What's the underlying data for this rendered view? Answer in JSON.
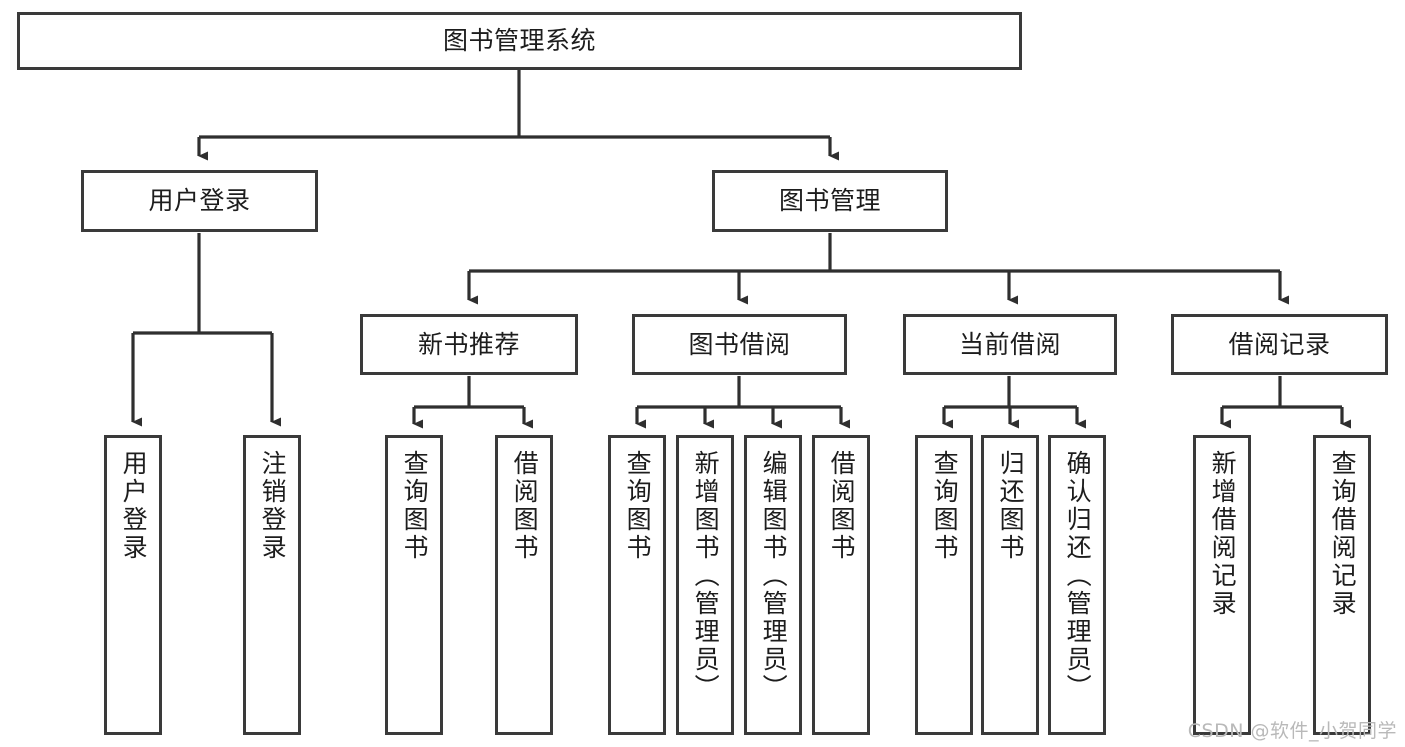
{
  "diagram": {
    "title": "图书管理系统",
    "type": "tree-diagram",
    "watermark": "CSDN @软件_小贺同学",
    "colors": {
      "box_border": "#3a3a3a",
      "box_fill": "#ffffff",
      "line": "#2f2f2f",
      "text": "#1d1d1d",
      "watermark": "#b9b9b9",
      "background": "#ffffff"
    },
    "nodes": {
      "root": {
        "label": "图书管理系统"
      },
      "level2": [
        {
          "id": "user-login",
          "label": "用户登录"
        },
        {
          "id": "book-manage",
          "label": "图书管理"
        }
      ],
      "level3": [
        {
          "id": "new-book-recommend",
          "label": "新书推荐"
        },
        {
          "id": "book-borrow",
          "label": "图书借阅"
        },
        {
          "id": "current-borrow",
          "label": "当前借阅"
        },
        {
          "id": "borrow-record",
          "label": "借阅记录"
        }
      ],
      "leaves": {
        "user_login": [
          {
            "id": "leaf-user-login",
            "label": "用户登录"
          },
          {
            "id": "leaf-logout-login",
            "label": "注销登录"
          }
        ],
        "new_book_recommend": [
          {
            "id": "leaf-query-book-1",
            "label": "查询图书"
          },
          {
            "id": "leaf-borrow-book-1",
            "label": "借阅图书"
          }
        ],
        "book_borrow": [
          {
            "id": "leaf-query-book-2",
            "label": "查询图书"
          },
          {
            "id": "leaf-add-book",
            "label": "新增图书（管理员）"
          },
          {
            "id": "leaf-edit-book",
            "label": "编辑图书（管理员）"
          },
          {
            "id": "leaf-borrow-book-2",
            "label": "借阅图书"
          }
        ],
        "current_borrow": [
          {
            "id": "leaf-query-book-3",
            "label": "查询图书"
          },
          {
            "id": "leaf-return-book",
            "label": "归还图书"
          },
          {
            "id": "leaf-confirm-return",
            "label": "确认归还（管理员）"
          }
        ],
        "borrow_record": [
          {
            "id": "leaf-add-record",
            "label": "新增借阅记录"
          },
          {
            "id": "leaf-query-record",
            "label": "查询借阅记录"
          }
        ]
      }
    }
  }
}
